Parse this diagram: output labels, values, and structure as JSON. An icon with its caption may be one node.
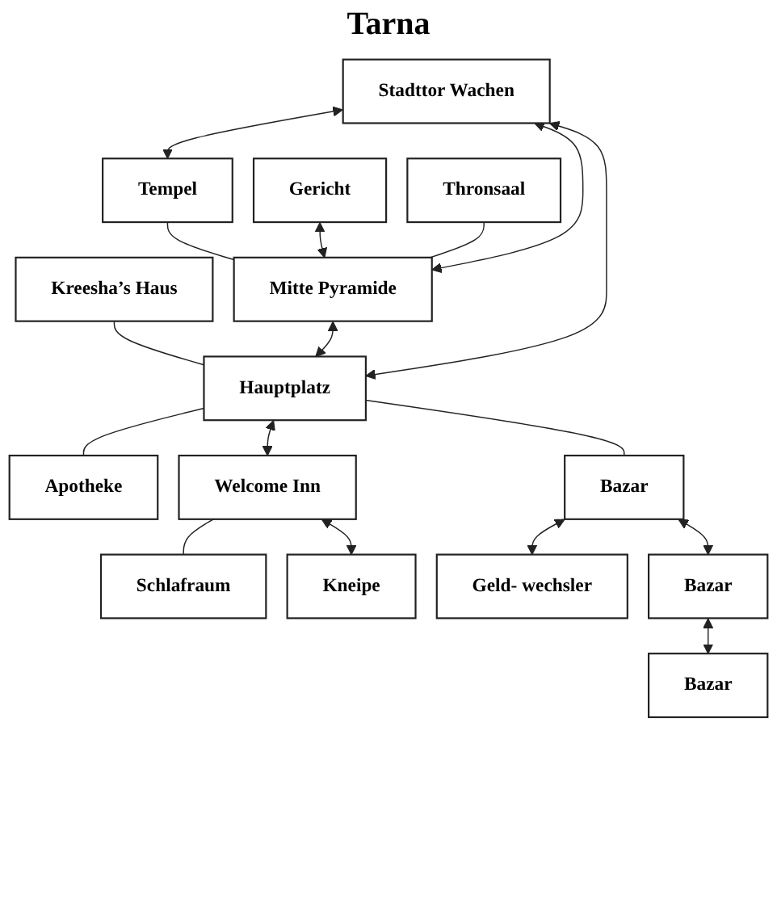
{
  "diagram": {
    "title": "Tarna",
    "nodes": [
      {
        "text": [
          "Stadttor Wachen"
        ]
      },
      {
        "text": [
          "Tempel"
        ]
      },
      {
        "text": [
          "Kreesha’s Haus"
        ]
      },
      {
        "text": [
          "Gericht"
        ]
      },
      {
        "text": [
          "Mitte Pyramide"
        ]
      },
      {
        "text": [
          "Hauptplatz"
        ]
      },
      {
        "text": [
          "Bazar"
        ]
      },
      {
        "text": [
          "Thronsaal"
        ]
      },
      {
        "text": [
          "Apotheke"
        ]
      },
      {
        "text": [
          "Welcome Inn"
        ]
      },
      {
        "text": [
          "Bazar"
        ]
      },
      {
        "text": [
          "Bazar"
        ]
      },
      {
        "text": [
          "Schlafraum"
        ]
      },
      {
        "text": [
          "Kneipe"
        ]
      },
      {
        "text": [
          "Geld- wechsler"
        ]
      }
    ],
    "edges": [
      {
        "from": 0,
        "to": 1,
        "arrow": "both"
      },
      {
        "from": 0,
        "to": 4,
        "arrow": "both"
      },
      {
        "from": 0,
        "to": 5,
        "arrow": "both"
      },
      {
        "from": 1,
        "to": 4,
        "arrow": "none"
      },
      {
        "from": 3,
        "to": 4,
        "arrow": "both"
      },
      {
        "from": 7,
        "to": 4,
        "arrow": "none"
      },
      {
        "from": 4,
        "to": 5,
        "arrow": "both"
      },
      {
        "from": 2,
        "to": 5,
        "arrow": "none"
      },
      {
        "from": 5,
        "to": 8,
        "arrow": "none"
      },
      {
        "from": 5,
        "to": 9,
        "arrow": "both"
      },
      {
        "from": 5,
        "to": 10,
        "arrow": "none"
      },
      {
        "from": 9,
        "to": 12,
        "arrow": "none"
      },
      {
        "from": 9,
        "to": 13,
        "arrow": "both"
      },
      {
        "from": 10,
        "to": 14,
        "arrow": "both"
      },
      {
        "from": 10,
        "to": 11,
        "arrow": "both"
      },
      {
        "from": 11,
        "to": 6,
        "arrow": "both"
      }
    ]
  }
}
